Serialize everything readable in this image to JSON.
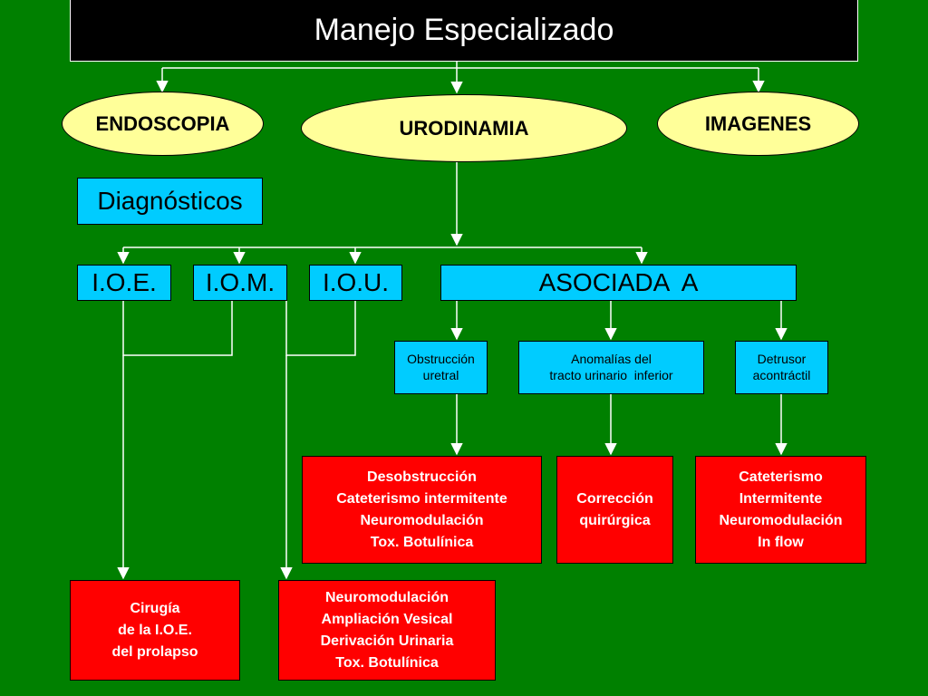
{
  "title": "Manejo Especializado",
  "methods": {
    "endoscopia": "ENDOSCOPIA",
    "urodinamia": "URODINAMIA",
    "imagenes": "IMAGENES"
  },
  "diagnosticos_label": "Diagnósticos",
  "diagnoses": {
    "ioe": "I.O.E.",
    "iom": "I.O.M.",
    "iou": "I.O.U.",
    "asociada": "ASOCIADA  A"
  },
  "associated": {
    "obstruccion": [
      "Obstrucción",
      "uretral"
    ],
    "anomalias": [
      "Anomalías del",
      "tracto urinario  inferior"
    ],
    "detrusor": [
      "Detrusor",
      "acontráctil"
    ]
  },
  "treatments": {
    "obstruccion": [
      "Desobstrucción",
      "Cateterismo intermitente",
      "Neuromodulación",
      "Tox. Botulínica"
    ],
    "anomalias": [
      "Corrección",
      "quirúrgica"
    ],
    "detrusor": [
      "Cateterismo",
      "Intermitente",
      "Neuromodulación",
      "In flow"
    ],
    "ioe": [
      "Cirugía",
      "de la I.O.E.",
      "del prolapso"
    ],
    "iom_iou": [
      "Neuromodulación",
      "Ampliación Vesical",
      "Derivación Urinaria",
      "Tox. Botulínica"
    ]
  },
  "colors": {
    "background": "#008000",
    "title_bar": "#000000",
    "ellipse_fill": "#ffff99",
    "blue_box": "#00ccff",
    "red_box": "#ff0000",
    "connector": "#ffffff"
  }
}
